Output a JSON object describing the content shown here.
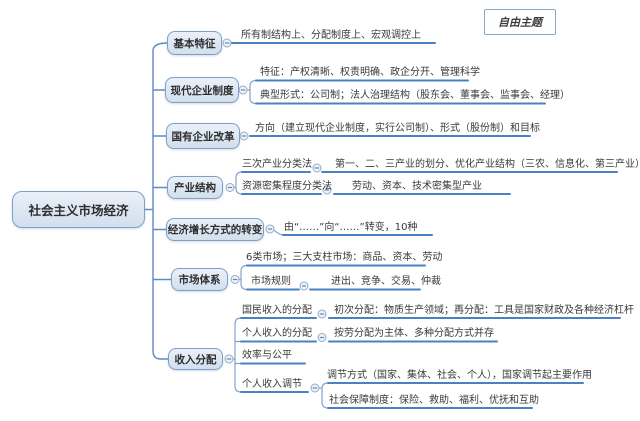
{
  "colors": {
    "box_fill_top": "#eaf0f8",
    "box_fill_bottom": "#d2dfee",
    "box_border": "#7f9fc6",
    "underline_blue": "#4a80c4",
    "connector_blue": "#82a3cc",
    "trunk_blue": "#5f8ac2",
    "text": "#3a3a3a",
    "background": "#ffffff"
  },
  "free_topic": {
    "label": "自由主题"
  },
  "root": {
    "label": "社会主义市场经济"
  },
  "branches": [
    {
      "label": "基本特征",
      "children": [
        {
          "text": "所有制结构上、分配制度上、宏观调控上"
        }
      ]
    },
    {
      "label": "现代企业制度",
      "children": [
        {
          "text": "特征：产权清晰、权责明确、政企分开、管理科学"
        },
        {
          "text": "典型形式：公司制；法人治理结构（股东会、董事会、监事会、经理）"
        }
      ]
    },
    {
      "label": "国有企业改革",
      "children": [
        {
          "text": "方向（建立现代企业制度，实行公司制）、形式（股份制）和目标"
        }
      ]
    },
    {
      "label": "产业结构",
      "children": [
        {
          "text": "三次产业分类法",
          "children": [
            {
              "text": "第一、二、三产业的划分、优化产业结构（三农、信息化、第三产业）"
            }
          ]
        },
        {
          "text": "资源密集程度分类法",
          "children": [
            {
              "text": "劳动、资本、技术密集型产业"
            }
          ]
        }
      ]
    },
    {
      "label": "经济增长方式的转变",
      "children": [
        {
          "text": "由“……”向“……”转变，10种"
        }
      ]
    },
    {
      "label": "市场体系",
      "children": [
        {
          "text": "6类市场；三大支柱市场：商品、资本、劳动"
        },
        {
          "text": "市场规则",
          "children": [
            {
              "text": "进出、竞争、交易、仲裁"
            }
          ]
        }
      ]
    },
    {
      "label": "收入分配",
      "children": [
        {
          "text": "国民收入的分配",
          "children": [
            {
              "text": "初次分配：物质生产领域；再分配：工具是国家财政及各种经济杠杆"
            }
          ]
        },
        {
          "text": "个人收入的分配",
          "children": [
            {
              "text": "按劳分配为主体、多种分配方式并存"
            }
          ]
        },
        {
          "text": "效率与公平"
        },
        {
          "text": "个人收入调节",
          "children": [
            {
              "text": "调节方式（国家、集体、社会、个人），国家调节起主要作用"
            },
            {
              "text": "社会保障制度：保险、救助、福利、优抚和互助"
            }
          ]
        }
      ]
    }
  ]
}
